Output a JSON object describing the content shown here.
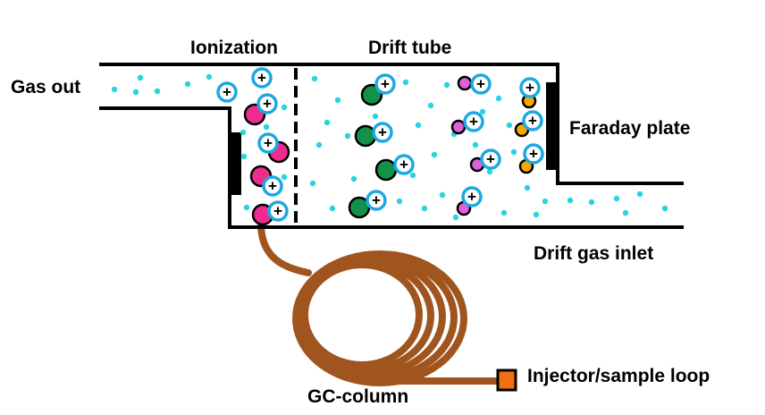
{
  "labels": {
    "gas_out": "Gas out",
    "ionization": "Ionization",
    "drift_tube": "Drift tube",
    "faraday_plate": "Faraday plate",
    "drift_gas_inlet": "Drift gas inlet",
    "gc_column": "GC-column",
    "injector": "Injector/sample loop"
  },
  "ion_symbol": "+",
  "colors": {
    "wall": "#000000",
    "gas_particle": "#29d3e0",
    "ion_ring": "#1ba9e0",
    "magenta_molecule": "#ee2c8f",
    "green_molecule": "#119149",
    "violet_molecule": "#e060d8",
    "orange_molecule": "#f5a800",
    "column": "#a0541e",
    "injector": "#f07010"
  }
}
